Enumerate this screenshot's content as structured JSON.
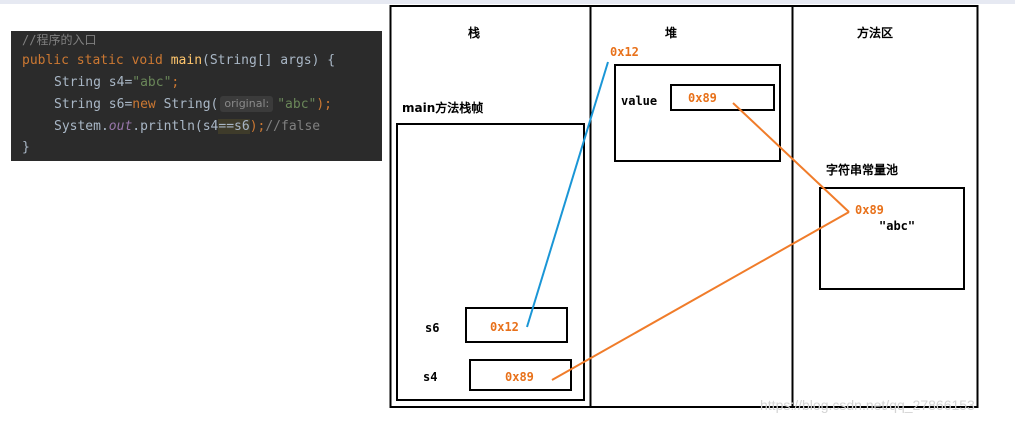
{
  "code": {
    "comment": "//程序的入口",
    "line2": {
      "kw": "public static void ",
      "fn": "main",
      "rest": "(String[] args) {"
    },
    "line3": {
      "pre": "String s4=",
      "str": "\"abc\"",
      "semi": ";"
    },
    "line4": {
      "pre": "String s6=",
      "kw": "new ",
      "cls": "String(",
      "hint": "original:",
      "str": "\"abc\"",
      "end": ");"
    },
    "line5": {
      "pre": "System.",
      "fld": "out",
      "mid": ".println(s4",
      "op": "==",
      "var": "s6",
      "close": ");",
      "cmt": "//false"
    },
    "line6": "}"
  },
  "diagram": {
    "regions": {
      "stack": "栈",
      "heap": "堆",
      "method_area": "方法区"
    },
    "frame_label": "main方法栈帧",
    "string_pool_label": "字符串常量池",
    "heap_object": {
      "address": "0x12",
      "field": "value",
      "value": "0x89"
    },
    "stack_vars": [
      {
        "name": "s6",
        "value": "0x12"
      },
      {
        "name": "s4",
        "value": "0x89"
      }
    ],
    "pool_entry": {
      "address": "0x89",
      "literal": "\"abc\""
    },
    "colors": {
      "s6_pointer": "#1a96d6",
      "s4_pointer": "#f07c2a",
      "address_text": "#e8711a"
    }
  },
  "watermark": "https://blog.csdn.net/qq_27866153"
}
